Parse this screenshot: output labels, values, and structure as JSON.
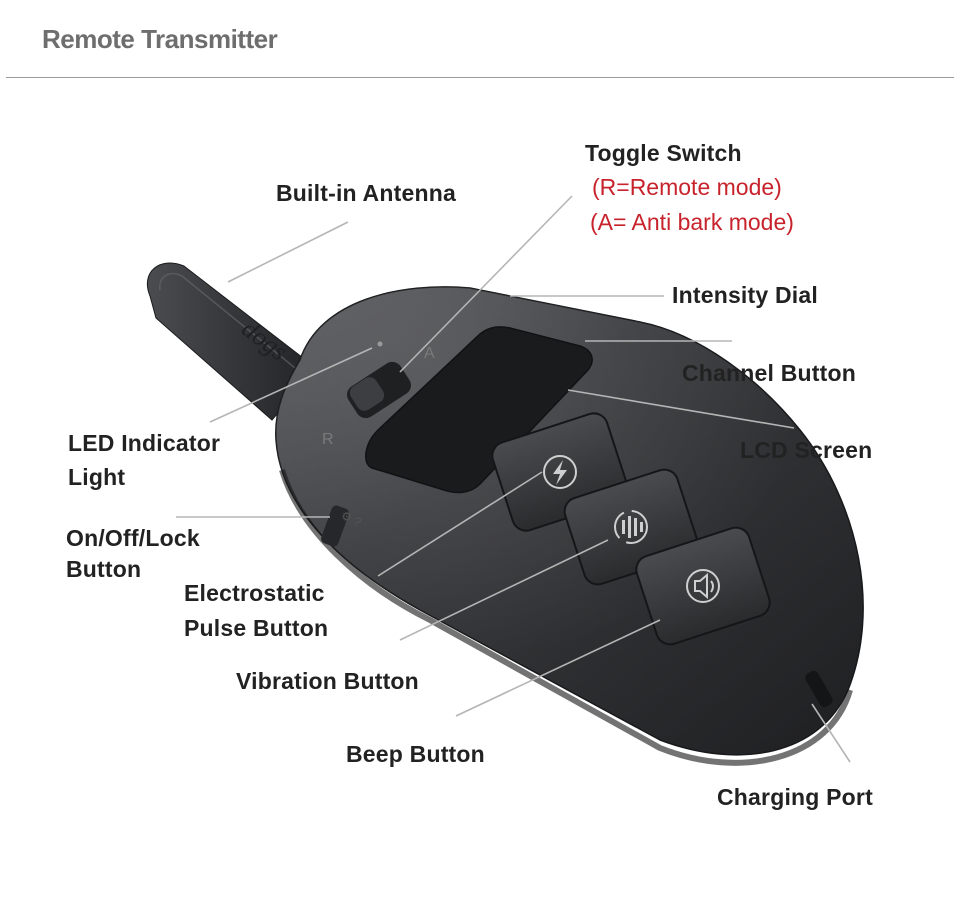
{
  "title": "Remote Transmitter",
  "device": {
    "switch_marks": {
      "left": "R",
      "right": "A"
    },
    "brand_mark": "dogs",
    "side_marks": "⚙ ?"
  },
  "labels": {
    "toggle_switch": "Toggle Switch",
    "toggle_r": "(R=Remote mode)",
    "toggle_a": "(A= Anti bark mode)",
    "antenna": "Built-in Antenna",
    "intensity_dial": "Intensity Dial",
    "channel_button": "Channel Button",
    "lcd_screen": "LCD Screen",
    "led_line1": "LED Indicator",
    "led_line2": "Light",
    "onoff_line1": "On/Off/Lock",
    "onoff_line2": "Button",
    "electro_line1": "Electrostatic",
    "electro_line2": "Pulse Button",
    "vibration_button": "Vibration Button",
    "beep_button": "Beep Button",
    "charging_port": "Charging Port"
  },
  "colors": {
    "title": "#6e6e6e",
    "label": "#222222",
    "accent_red": "#c8232c",
    "body": "#2e2f31",
    "leader": "#b5b5b5"
  },
  "icons": {
    "shock": "lightning-circle-icon",
    "vibration": "vibration-wave-icon",
    "beep": "speaker-icon"
  }
}
